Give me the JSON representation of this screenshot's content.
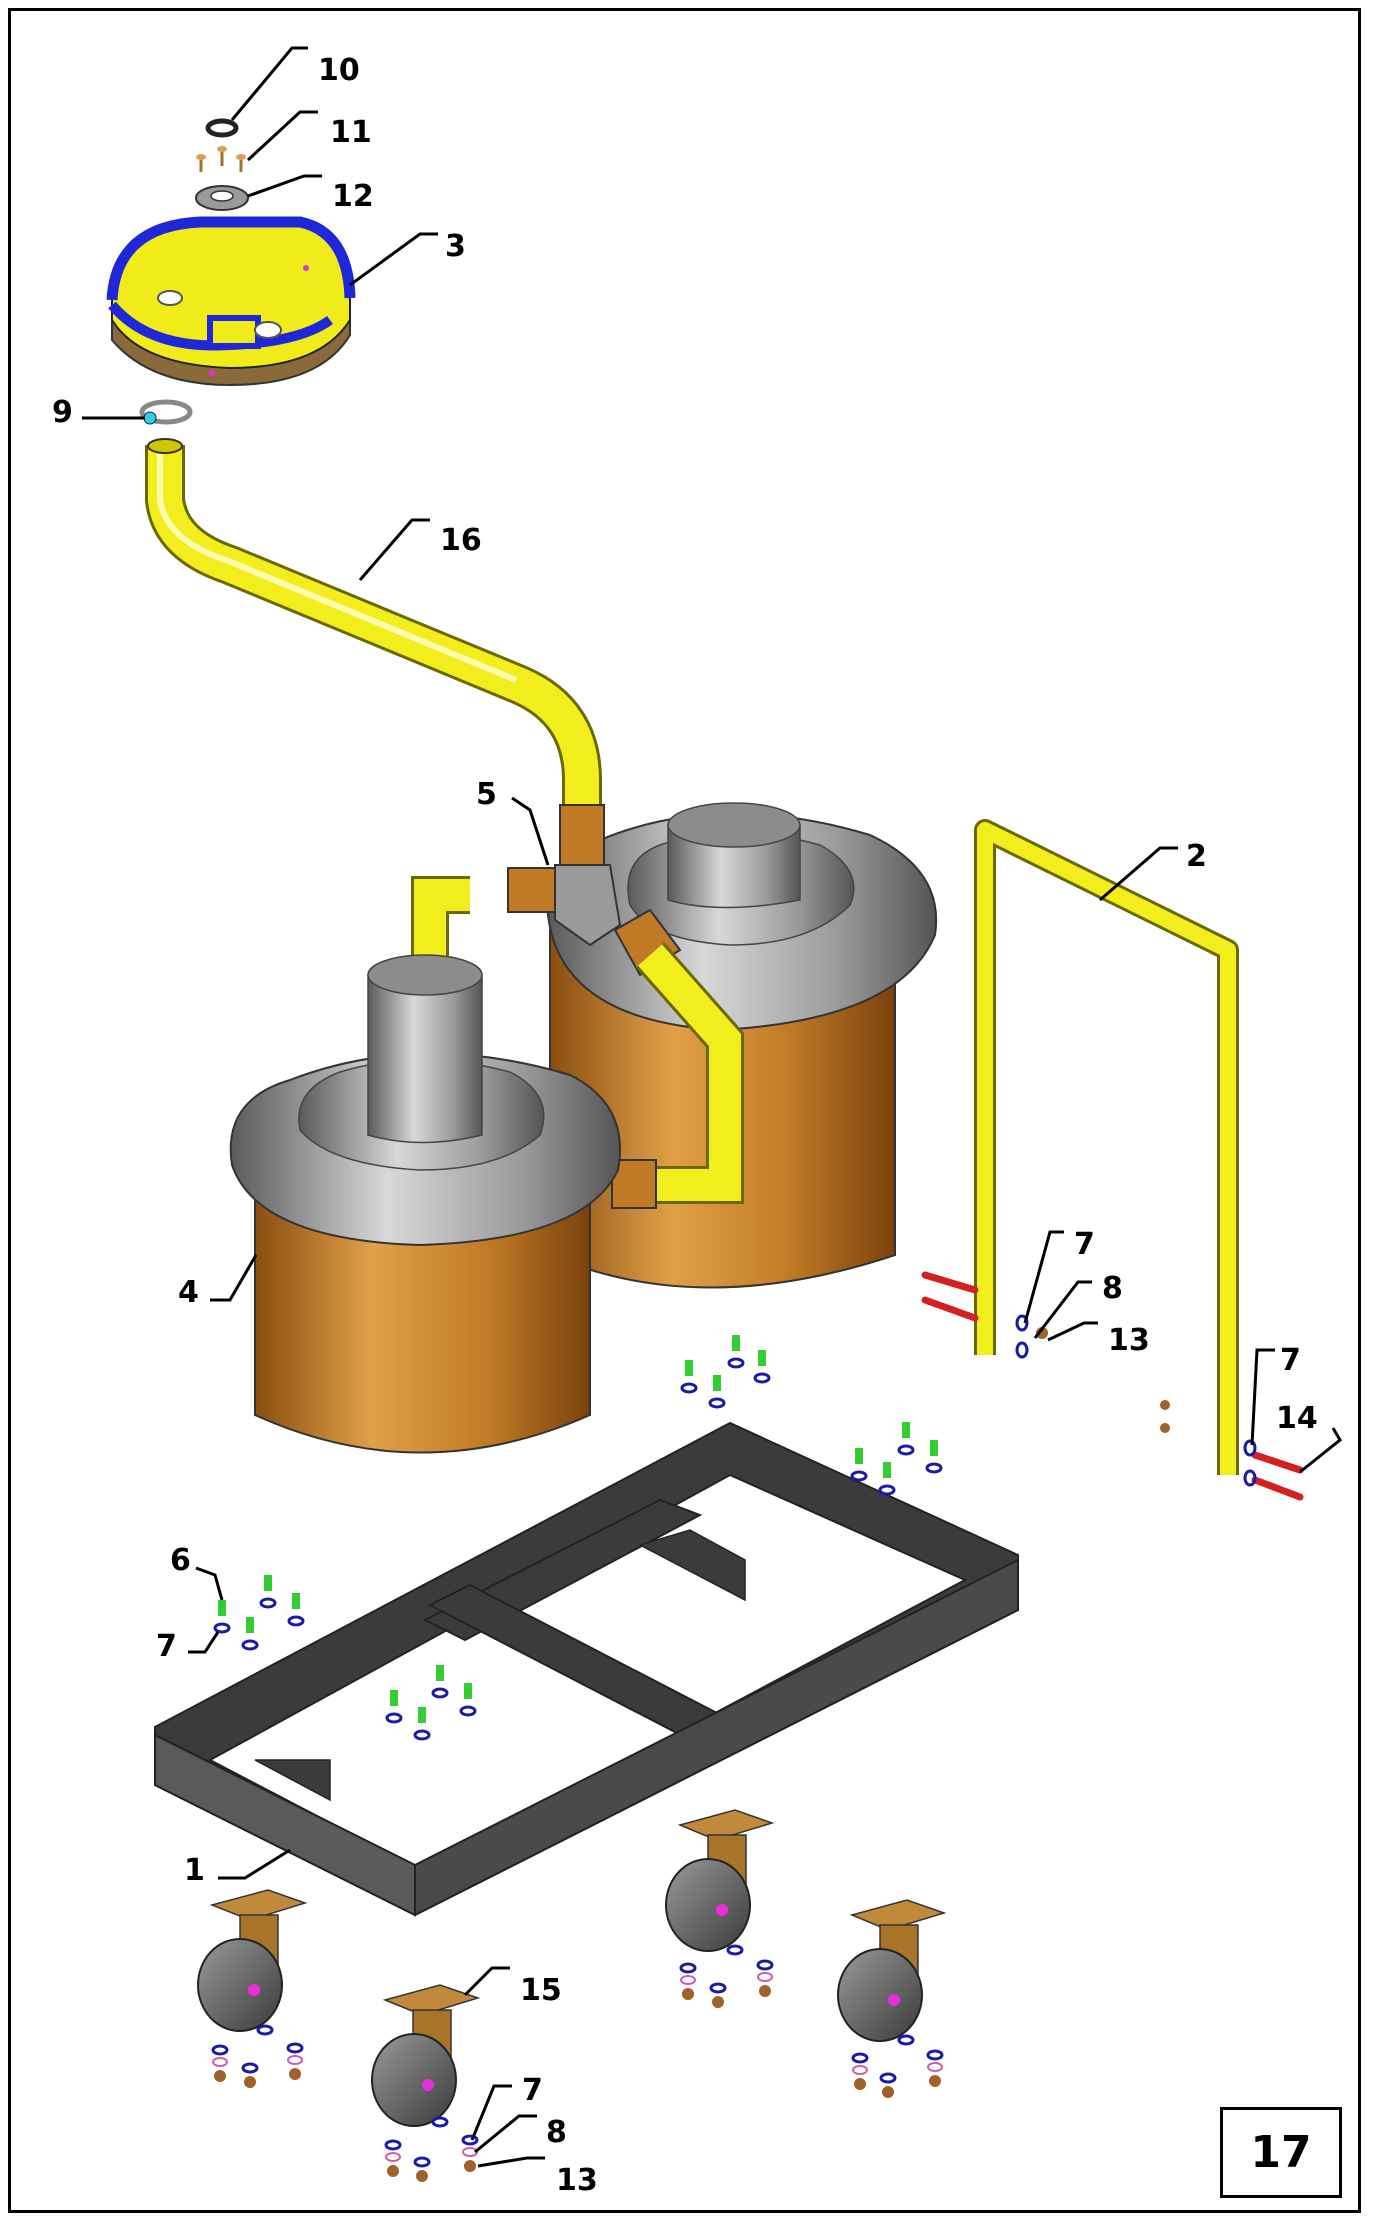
{
  "page_number": "17",
  "callouts": [
    {
      "id": "c10",
      "label": "10"
    },
    {
      "id": "c11",
      "label": "11"
    },
    {
      "id": "c12",
      "label": "12"
    },
    {
      "id": "c3",
      "label": "3"
    },
    {
      "id": "c9",
      "label": "9"
    },
    {
      "id": "c16",
      "label": "16"
    },
    {
      "id": "c5",
      "label": "5"
    },
    {
      "id": "c2",
      "label": "2"
    },
    {
      "id": "c4",
      "label": "4"
    },
    {
      "id": "c7a",
      "label": "7"
    },
    {
      "id": "c8a",
      "label": "8"
    },
    {
      "id": "c13a",
      "label": "13"
    },
    {
      "id": "c7b",
      "label": "7"
    },
    {
      "id": "c14",
      "label": "14"
    },
    {
      "id": "c6",
      "label": "6"
    },
    {
      "id": "c7c",
      "label": "7"
    },
    {
      "id": "c1",
      "label": "1"
    },
    {
      "id": "c15",
      "label": "15"
    },
    {
      "id": "c7d",
      "label": "7"
    },
    {
      "id": "c8b",
      "label": "8"
    },
    {
      "id": "c13b",
      "label": "13"
    }
  ],
  "colors": {
    "tube_yellow": "#f2ee1e",
    "tank_brown": "#c9832a",
    "lid_grey": "#8a8a8a",
    "frame_grey": "#4a4a4a",
    "basin_blue": "#1f27d8",
    "bolt_green": "#33cc33",
    "washer_blue": "#1a1aa8",
    "bolt_red": "#d42020",
    "caster_bracket": "#a8742a",
    "wheel_dark": "#5a5a5a"
  }
}
